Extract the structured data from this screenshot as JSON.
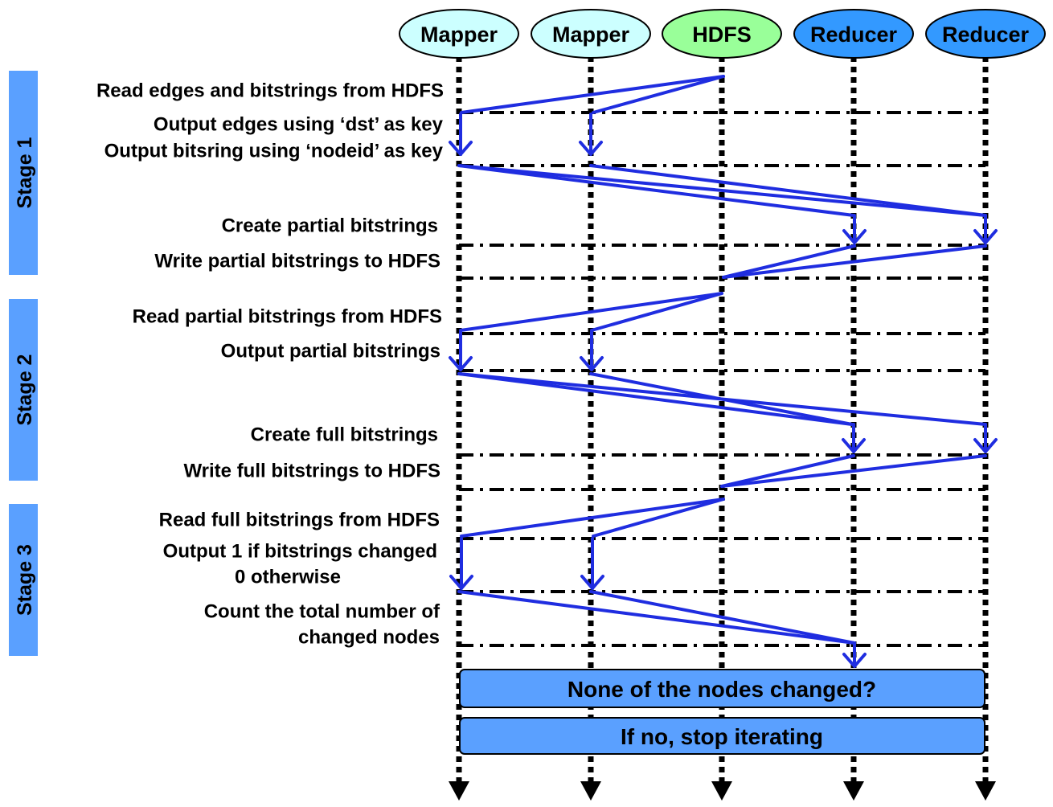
{
  "actors": [
    {
      "label": "Mapper",
      "fill": "#ccffff"
    },
    {
      "label": "Mapper",
      "fill": "#ccffff"
    },
    {
      "label": "HDFS",
      "fill": "#99ff99"
    },
    {
      "label": "Reducer",
      "fill": "#3399ff"
    },
    {
      "label": "Reducer",
      "fill": "#3399ff"
    }
  ],
  "stages": [
    {
      "label": "Stage 1"
    },
    {
      "label": "Stage 2"
    },
    {
      "label": "Stage 3"
    }
  ],
  "steps": [
    {
      "lines": [
        "Read edges and bitstrings from HDFS"
      ]
    },
    {
      "lines": [
        "Output edges using ‘dst’ as key",
        "Output bitsring using ‘nodeid’ as key"
      ]
    },
    {
      "lines": [
        "Create partial bitstrings"
      ]
    },
    {
      "lines": [
        "Write partial bitstrings to HDFS"
      ]
    },
    {
      "lines": [
        "Read partial bitstrings from HDFS"
      ]
    },
    {
      "lines": [
        "Output partial bitstrings"
      ]
    },
    {
      "lines": [
        "Create full bitstrings"
      ]
    },
    {
      "lines": [
        "Write full bitstrings to HDFS"
      ]
    },
    {
      "lines": [
        "Read full bitstrings from HDFS"
      ]
    },
    {
      "lines": [
        "Output 1 if bitstrings changed",
        "0 otherwise"
      ]
    },
    {
      "lines": [
        "Count the total number of",
        "changed nodes"
      ]
    }
  ],
  "boxes": [
    {
      "label": "None of the nodes changed?"
    },
    {
      "label": "If no, stop iterating"
    }
  ],
  "colors": {
    "arrow": "#1f2de0",
    "stage_bar": "#5aa0ff",
    "box_fill": "#5aa0ff",
    "lifeline": "#000000"
  }
}
